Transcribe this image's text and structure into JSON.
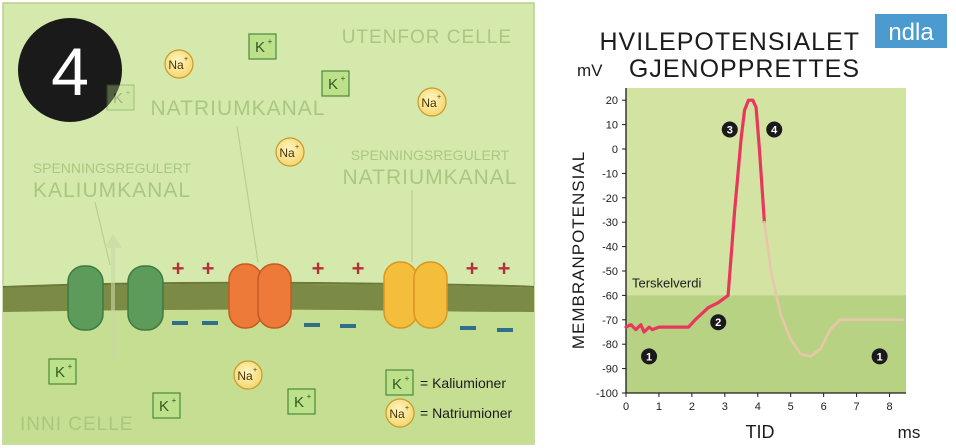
{
  "step_number": "4",
  "cell_panel": {
    "outside_label": "UTENFOR CELLE",
    "inside_label": "INNI CELLE",
    "channels": {
      "natrium_top": "NATRIUMKANAL",
      "kalium_gated_line1": "SPENNINGSREGULERT",
      "kalium_gated_line2": "KALIUMKANAL",
      "natrium_gated_line1": "SPENNINGSREGULERT",
      "natrium_gated_line2": "NATRIUMKANAL"
    },
    "ions": {
      "na_symbol": "Na",
      "na_charge": "+",
      "k_symbol": "K",
      "k_charge": "+"
    },
    "charges": {
      "positive": "+",
      "negative": "–"
    },
    "legend": {
      "kalium": "= Kaliumioner",
      "natrium": "= Natriumioner"
    }
  },
  "chart_panel": {
    "title_line1": "HVILEPOTENSIALET",
    "title_line2": "GJENOPPRETTES",
    "logo_text": "ndla",
    "threshold_label": "Terskelverdi",
    "phase_markers": [
      "1",
      "2",
      "3",
      "4",
      "1"
    ]
  },
  "chart_data": {
    "type": "line",
    "title": "HVILEPOTENSIALET GJENOPPRETTES",
    "xlabel": "TID",
    "xunit": "ms",
    "ylabel": "MEMBRANPOTENSIAL",
    "yunit": "mV",
    "xlim": [
      0,
      8.5
    ],
    "ylim": [
      -100,
      25
    ],
    "x_ticks": [
      0,
      1,
      2,
      3,
      4,
      5,
      6,
      7,
      8
    ],
    "y_ticks": [
      20,
      10,
      0,
      -10,
      -20,
      -30,
      -40,
      -50,
      -60,
      -70,
      -80,
      -90,
      -100
    ],
    "threshold": -60,
    "series": [
      {
        "style": "active",
        "color": "#e8365d",
        "x": [
          0,
          0.15,
          0.3,
          0.45,
          0.55,
          0.7,
          0.8,
          1.0,
          1.5,
          1.9,
          2.1,
          2.5,
          2.8,
          3.1,
          3.3,
          3.5,
          3.6,
          3.72,
          3.85,
          3.95,
          4.05,
          4.2
        ],
        "y": [
          -73,
          -72,
          -74,
          -72,
          -75,
          -73,
          -74,
          -73,
          -73,
          -73,
          -70,
          -65,
          -63,
          -60,
          -25,
          5,
          16,
          20,
          20,
          17,
          0,
          -30
        ]
      },
      {
        "style": "faded",
        "color": "#e8c6a8",
        "x": [
          4.2,
          4.4,
          4.7,
          5.0,
          5.3,
          5.6,
          5.9,
          6.2,
          6.5,
          6.8,
          7.2,
          7.6,
          8.0,
          8.4
        ],
        "y": [
          -30,
          -50,
          -68,
          -78,
          -84,
          -85,
          -82,
          -74,
          -70,
          -70,
          -70,
          -70,
          -70,
          -70
        ]
      }
    ]
  },
  "colors": {
    "outside_bg": "#d6e9ad",
    "inside_bg": "#c6de92",
    "membrane": "#7b8a44",
    "chart_bg_top": "#d3e3a2",
    "chart_bg_bottom": "#b8d284",
    "sodium_channel": "#ee7a3a",
    "gated_sodium_channel": "#f5bd3c",
    "potassium_channel": "#5d9b5b",
    "positive_charge": "#b4303a",
    "negative_charge": "#2f6f8a",
    "logo_bg": "#4b9bd1"
  }
}
